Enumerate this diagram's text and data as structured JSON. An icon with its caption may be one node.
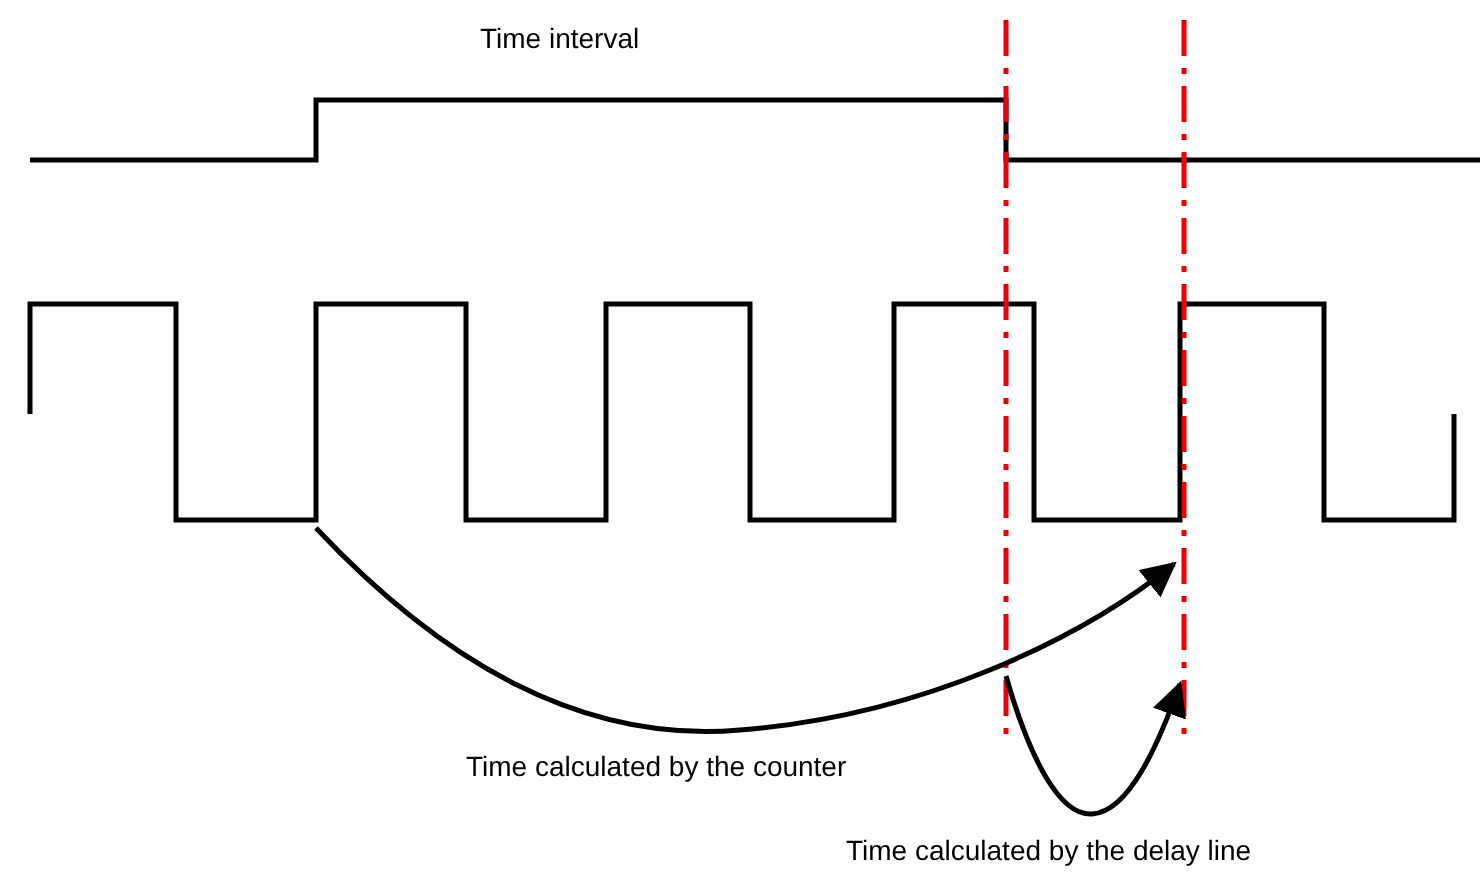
{
  "diagram": {
    "labels": [
      "Time interval",
      "Time calculated by the counter",
      "Time calculated by the delay line"
    ]
  }
}
